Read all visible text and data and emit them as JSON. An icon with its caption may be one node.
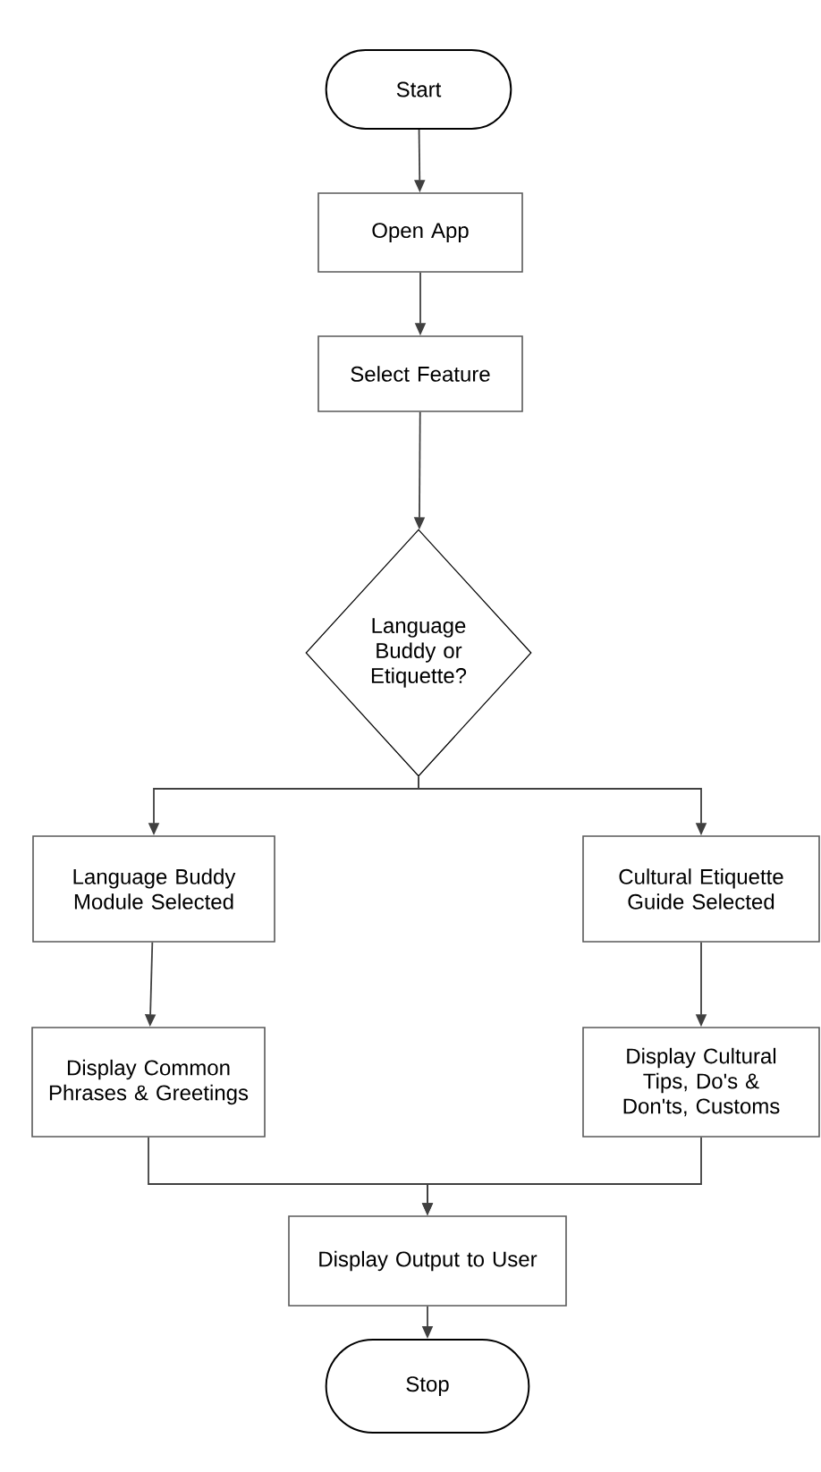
{
  "diagram": {
    "nodes": [
      {
        "text": [
          "Start"
        ]
      },
      {
        "text": [
          "Open App"
        ]
      },
      {
        "text": [
          "Select Feature"
        ]
      },
      {
        "text": [
          "Language Buddy or Etiquette?"
        ]
      },
      {
        "text": [
          "Language Buddy Module Selected"
        ]
      },
      {
        "text": [
          "Cultural Etiquette Guide Selected"
        ]
      },
      {
        "text": [
          "Display Common Phrases & Greetings"
        ]
      },
      {
        "text": [
          "Display Cultural Tips, Do's & Don'ts, Customs"
        ]
      },
      {
        "text": [
          "Display Output to User"
        ]
      },
      {
        "text": [
          "Stop"
        ]
      }
    ],
    "edges": [
      {
        "from": 0,
        "to": 1,
        "arrow": "to"
      },
      {
        "from": 1,
        "to": 2,
        "arrow": "to"
      },
      {
        "from": 2,
        "to": 3,
        "arrow": "to"
      },
      {
        "from": 3,
        "to": 4,
        "arrow": "to"
      },
      {
        "from": 3,
        "to": 5,
        "arrow": "to"
      },
      {
        "from": 4,
        "to": 6,
        "arrow": "to"
      },
      {
        "from": 5,
        "to": 7,
        "arrow": "to"
      },
      {
        "from": 6,
        "to": 8,
        "arrow": "to"
      },
      {
        "from": 7,
        "to": 8,
        "arrow": "to"
      },
      {
        "from": 8,
        "to": 9,
        "arrow": "to"
      }
    ]
  }
}
